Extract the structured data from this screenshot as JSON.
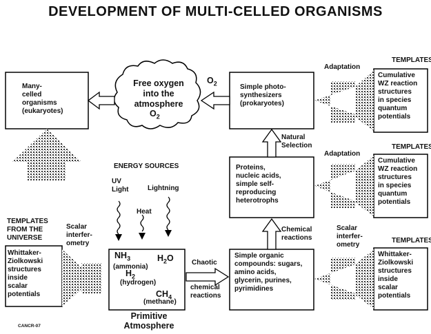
{
  "title": "DEVELOPMENT OF MULTI-CELLED ORGANISMS",
  "boxes": {
    "eukaryotes": "Many-\ncelled\norganisms\n(eukaryotes)",
    "cloud": "Free oxygen\ninto the\natmosphere",
    "cloud_o2": "O",
    "prokaryotes": "Simple photo-\nsynthesizers\n(prokaryotes)",
    "proteins": "Proteins,\nnucleic acids,\nsimple self-\nreproducing\nheterotrophs",
    "organic": "Simple organic\ncompounds: sugars,\namino acids,\nglycerin, purines,\npyrimidines",
    "wz_left": "Whittaker-\nZiolkowski\nstructures\ninside\nscalar\npotentials",
    "wz_right": "Whittaker-\nZiolkowski\nstructures\ninside\nscalar\npotentials",
    "cum1": "Cumulative\nWZ reaction\nstructures\nin species\nquantum\npotentials",
    "cum2": "Cumulative\nWZ reaction\nstructures\nin species\nquantum\npotentials"
  },
  "atmosphere": {
    "nh3": "NH",
    "nh3_sub": "3",
    "ammonia": "(ammonia)",
    "h2": "H",
    "h2_sub": "2",
    "hydrogen": "(hydrogen)",
    "h2o": "H O",
    "h2o_sub": "2",
    "ch4": "CH",
    "ch4_sub": "4",
    "methane": "(methane)",
    "caption": "Primitive\nAtmosphere"
  },
  "labels": {
    "o2_top": "O",
    "o2_top_sub": "2",
    "adaptation_1": "Adaptation",
    "adaptation_2": "Adaptation",
    "templates_1": "TEMPLATES",
    "templates_2": "TEMPLATES",
    "templates_3": "TEMPLATES",
    "templates_universe": "TEMPLATES\nFROM THE\nUNIVERSE",
    "scalar_left": "Scalar\ninterfer-\nometry",
    "scalar_right": "Scalar\ninterfer-\nometry",
    "natural_selection": "Natural\nSelection",
    "chemical_reactions_top": "Chemical\nreactions",
    "chaotic": "Chaotic",
    "chemical_reactions_bottom": "chemical\nreactions",
    "energy_sources": "ENERGY SOURCES",
    "uv_light": "UV\nLight",
    "heat": "Heat",
    "lightning": "Lightning",
    "code": "CANCR-07"
  }
}
